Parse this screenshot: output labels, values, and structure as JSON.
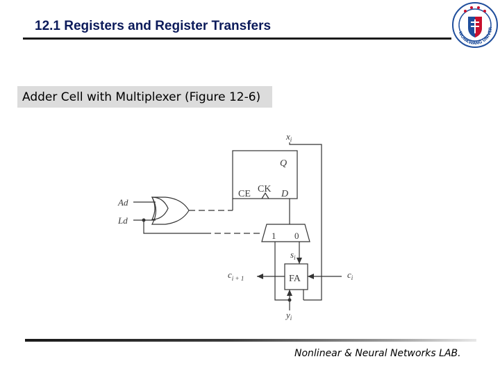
{
  "header": {
    "title": "12.1 Registers and Register Transfers"
  },
  "logo": {
    "icon": "university-seal-icon",
    "text": "WONKWANG UNIVERSITY",
    "colors": {
      "ring": "#1f4e9c",
      "red": "#c8102e",
      "blue": "#1f4e9c"
    }
  },
  "subtitle": "Adder Cell with Multiplexer (Figure 12-6)",
  "diagram": {
    "labels": {
      "xi_main": "x",
      "xi_sub": "i",
      "q": "Q",
      "ce": "CE",
      "ck": "CK",
      "d": "D",
      "ad": "Ad",
      "ld": "Ld",
      "mux_in1": "1",
      "mux_in0": "0",
      "si_main": "s",
      "si_sub": "i",
      "fa": "FA",
      "ci1_main": "c",
      "ci1_sub": "i + 1",
      "ci_main": "c",
      "ci_sub": "i",
      "yi_main": "y",
      "yi_sub": "i"
    }
  },
  "footer": {
    "lab_name": "Nonlinear & Neural Networks LAB."
  }
}
